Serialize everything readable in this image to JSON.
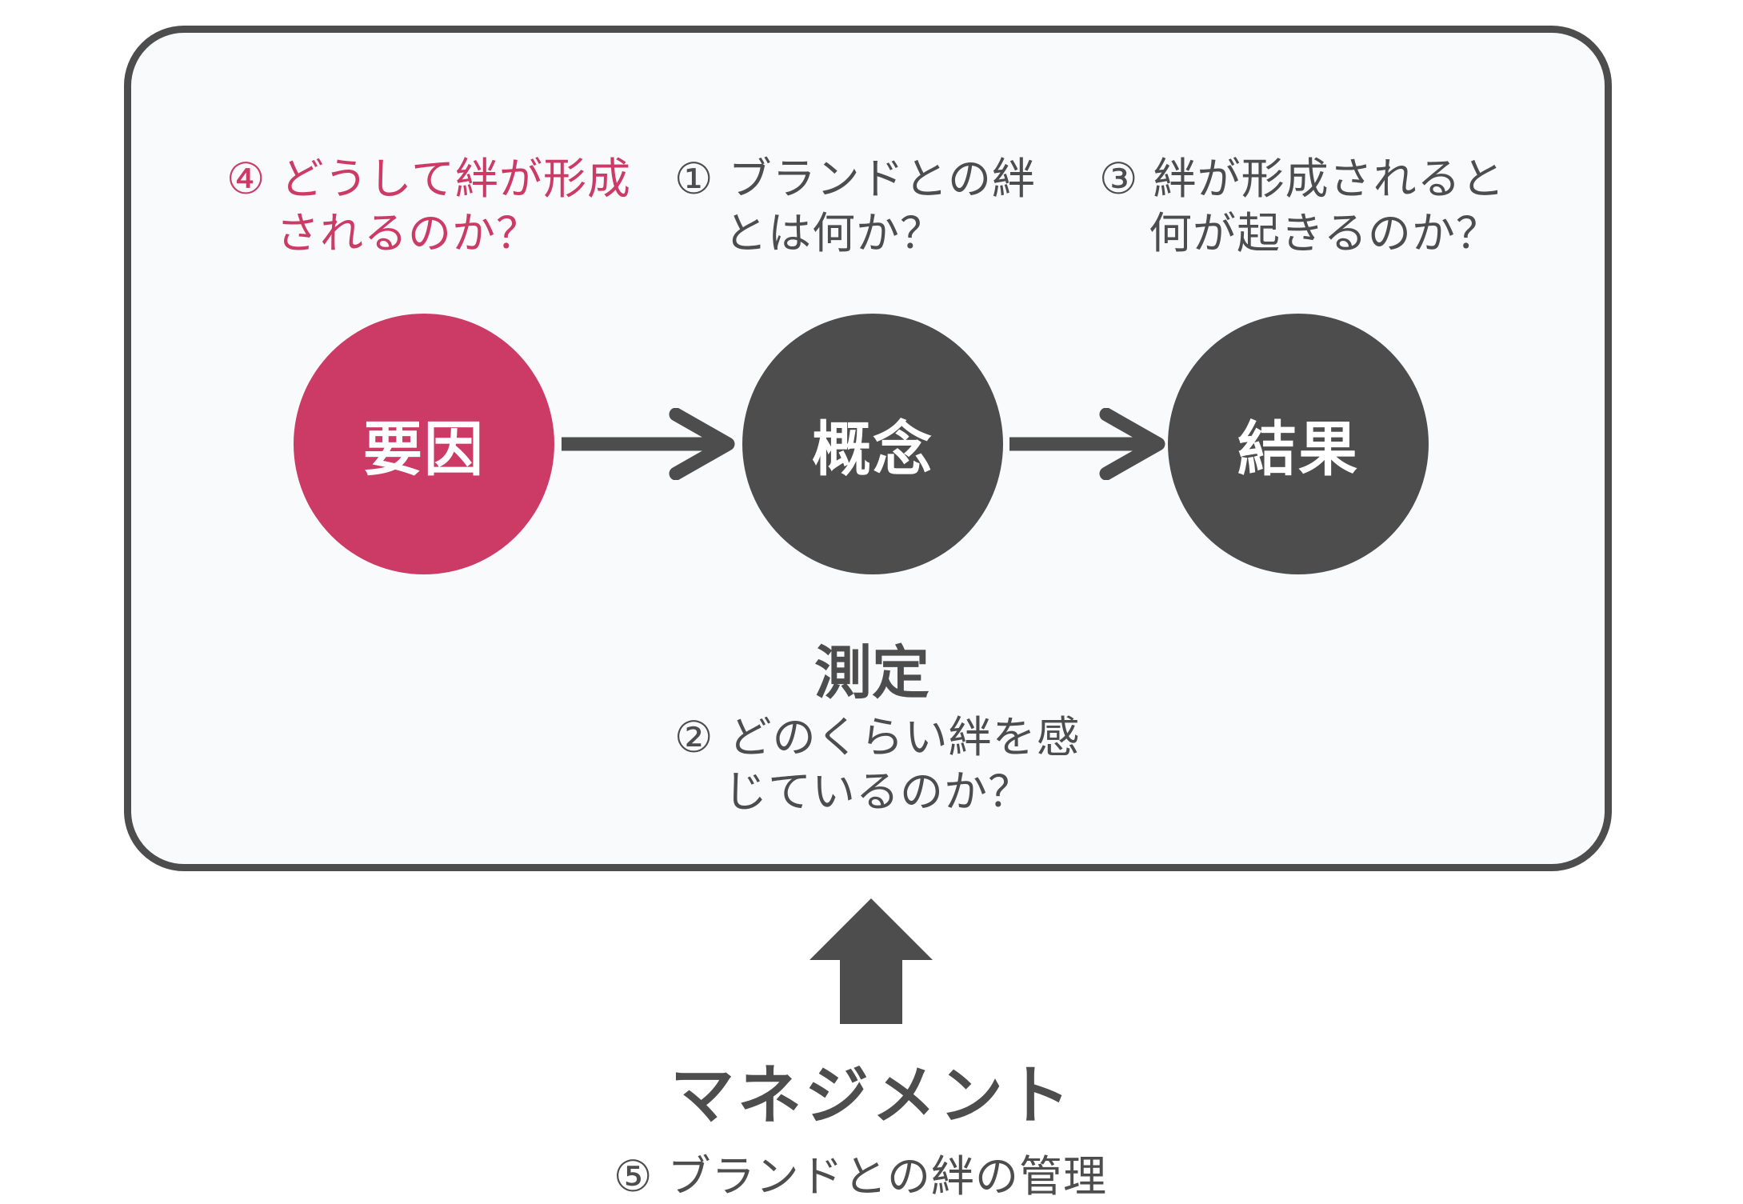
{
  "questions": {
    "q4": {
      "line1": "④ どうして絆が形成",
      "line2": "されるのか？"
    },
    "q1": {
      "line1": "① ブランドとの絆",
      "line2": "とは何か？"
    },
    "q3": {
      "line1": "③ 絆が形成されると",
      "line2": "何が起きるのか？"
    },
    "q2": {
      "line1": "② どのくらい絆を感",
      "line2": "じているのか？"
    }
  },
  "nodes": {
    "cause": "要因",
    "concept": "概念",
    "result": "結果"
  },
  "measurement": {
    "label": "測定"
  },
  "management": {
    "label": "マネジメント",
    "sub": "⑤ ブランドとの絆の管理"
  },
  "colors": {
    "accent": "#cc3b66",
    "dark": "#4d4d4d",
    "panel_background": "#f8fafc"
  }
}
